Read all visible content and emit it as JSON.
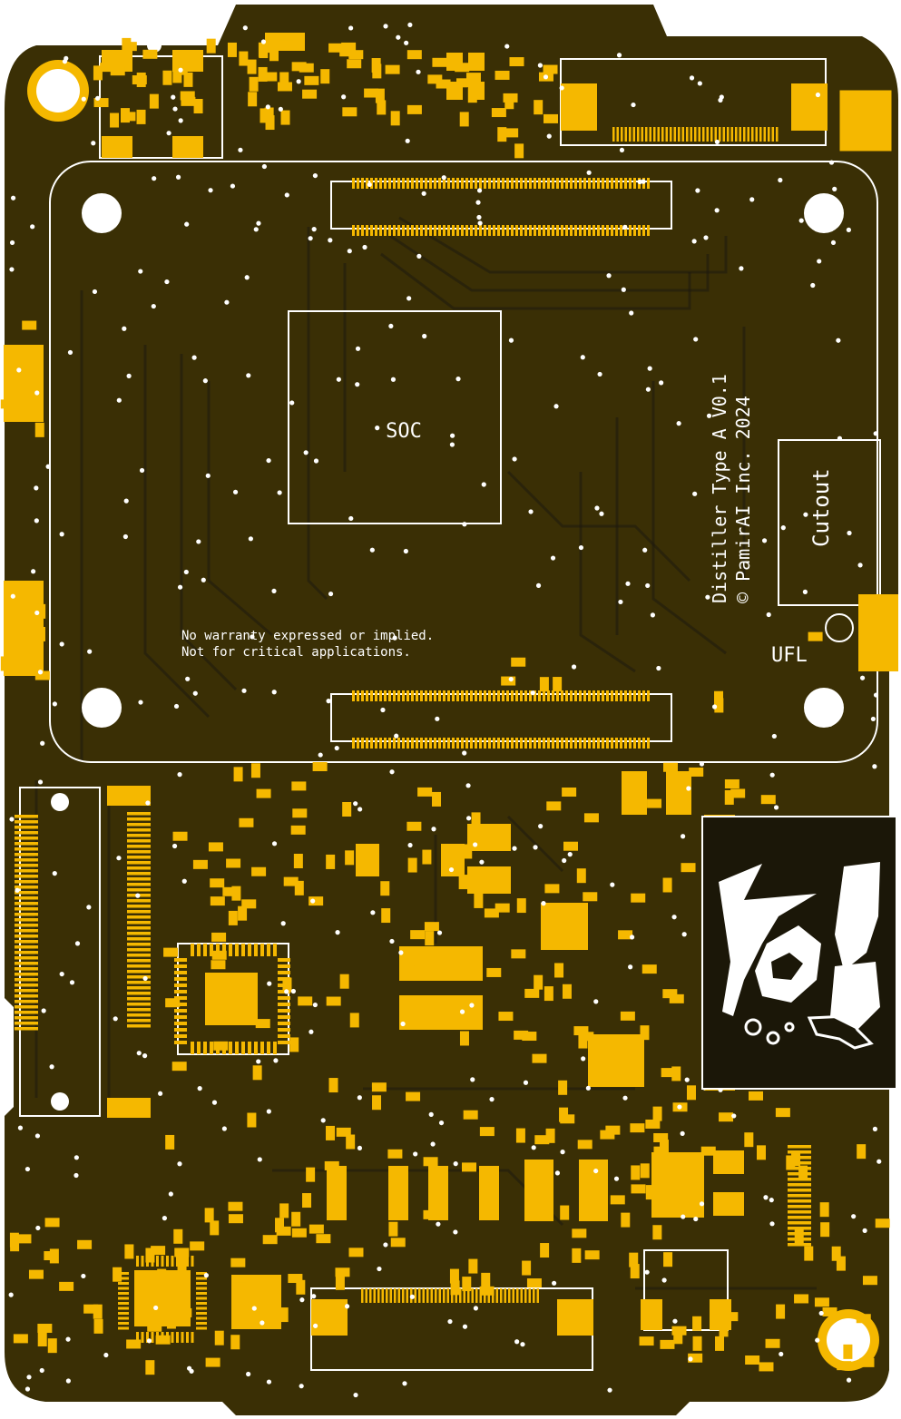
{
  "board": {
    "colors": {
      "background": "#ffffff",
      "solder_mask": "#3a2f05",
      "copper_pad": "#f5b800",
      "silkscreen": "#ffffff",
      "trace_shadow": "#1d1a0e"
    },
    "labels": {
      "soc": "SOC",
      "title": "Distiller Type A V0.1",
      "copyright": "© PamirAI Inc. 2024",
      "cutout": "Cutout",
      "ufl": "UFL",
      "disclaimer_line1": "No warranty expressed or implied.",
      "disclaimer_line2": "Not for critical applications."
    },
    "icons": [
      "wizard-logo-icon",
      "mounting-hole-icon"
    ]
  }
}
